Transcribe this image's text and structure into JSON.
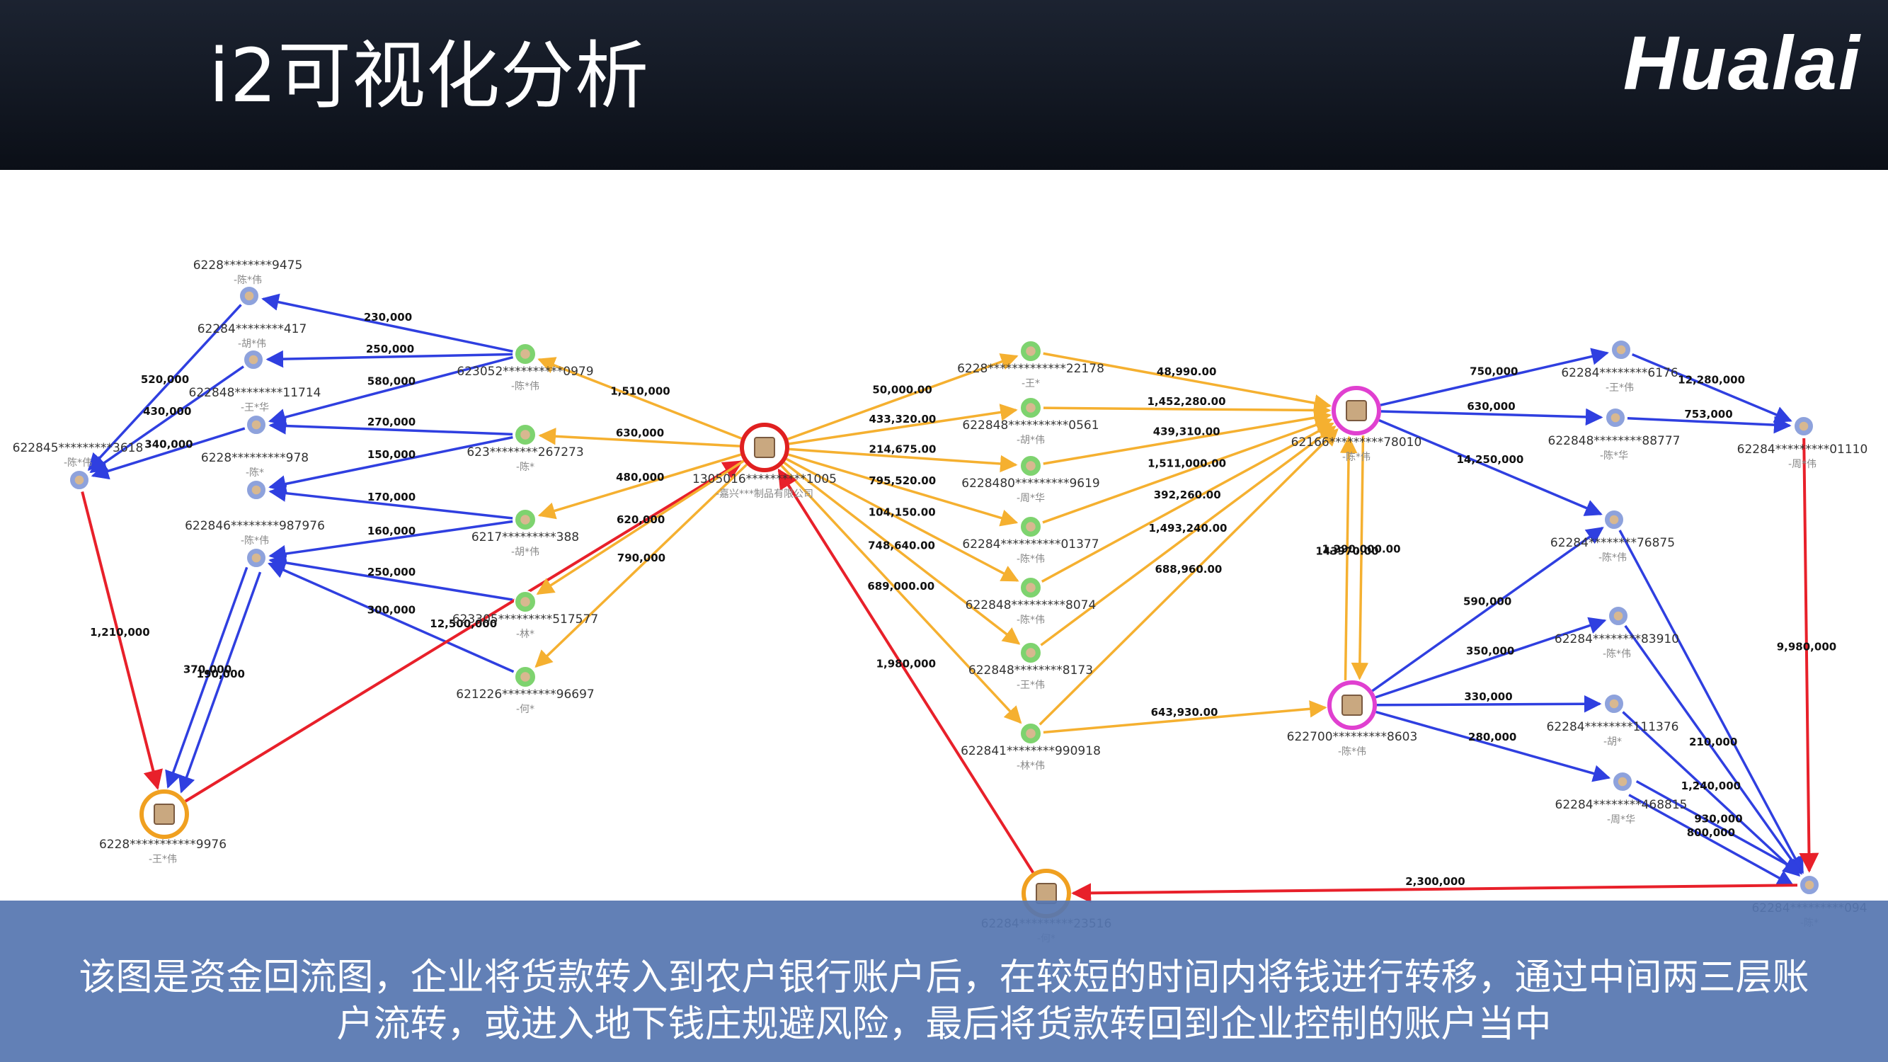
{
  "header": {
    "title": "i2可视化分析",
    "brand": "Hualai"
  },
  "caption": {
    "line1": "该图是资金回流图，企业将货款转入到农户银行账户后，在较短的时间内将钱进行转移，通过中间两三层账",
    "line2": "户流转，或进入地下钱庄规避风险，最后将货款转回到企业控制的账户当中"
  },
  "colors": {
    "blue": "#2f3fe0",
    "red": "#e8202a",
    "orange": "#f5b030",
    "node_blue": "#8ea2dc",
    "node_green": "#7ed36f",
    "node_red": "#e02020",
    "node_magenta": "#e040d0",
    "node_orange": "#f0a020"
  },
  "nodes": [
    {
      "id": "n9475",
      "label": "6228********9475",
      "sub": "-陈*伟",
      "kind": "blue"
    },
    {
      "id": "n417",
      "label": "62284********417",
      "sub": "-胡*伟",
      "kind": "blue"
    },
    {
      "id": "n11714",
      "label": "622848********11714",
      "sub": "-王*华",
      "kind": "blue"
    },
    {
      "id": "n978",
      "label": "6228*********978",
      "sub": "-陈*",
      "kind": "blue"
    },
    {
      "id": "n987976",
      "label": "622846********987976",
      "sub": "-陈*伟",
      "kind": "blue"
    },
    {
      "id": "n3618",
      "label": "622845*********3618",
      "sub": "-陈*伟",
      "kind": "blue"
    },
    {
      "id": "g0979",
      "label": "623052**********0979",
      "sub": "-陈*伟",
      "kind": "green"
    },
    {
      "id": "g267273",
      "label": "623********267273",
      "sub": "-陈*",
      "kind": "green"
    },
    {
      "id": "g388",
      "label": "6217*********388",
      "sub": "-胡*伟",
      "kind": "green"
    },
    {
      "id": "g517577",
      "label": "623305*********517577",
      "sub": "-林*",
      "kind": "green"
    },
    {
      "id": "g96697",
      "label": "621226*********96697",
      "sub": "-何*",
      "kind": "green"
    },
    {
      "id": "o9976",
      "label": "6228***********9976",
      "sub": "-王*伟",
      "kind": "orange"
    },
    {
      "id": "center",
      "label": "1305016**********1005",
      "sub": "-嘉兴***制品有限公司",
      "kind": "red"
    },
    {
      "id": "g22178",
      "label": "6228*************22178",
      "sub": "-王*",
      "kind": "green"
    },
    {
      "id": "g0561",
      "label": "622848**********0561",
      "sub": "-胡*伟",
      "kind": "green"
    },
    {
      "id": "g9619",
      "label": "6228480*********9619",
      "sub": "-周*华",
      "kind": "green"
    },
    {
      "id": "g01377",
      "label": "62284**********01377",
      "sub": "-陈*伟",
      "kind": "green"
    },
    {
      "id": "g8074",
      "label": "622848*********8074",
      "sub": "-陈*伟",
      "kind": "green"
    },
    {
      "id": "g8173",
      "label": "622848********8173",
      "sub": "-王*伟",
      "kind": "green"
    },
    {
      "id": "g990918",
      "label": "622841********990918",
      "sub": "-林*伟",
      "kind": "green"
    },
    {
      "id": "o23516",
      "label": "62284*********23516",
      "sub": "-何*",
      "kind": "orange"
    },
    {
      "id": "m78010",
      "label": "62166*********78010",
      "sub": "-陈*伟",
      "kind": "magenta"
    },
    {
      "id": "m8603",
      "label": "622700*********8603",
      "sub": "-陈*伟",
      "kind": "magenta"
    },
    {
      "id": "n6176",
      "label": "62284********6176",
      "sub": "-王*伟",
      "kind": "blue"
    },
    {
      "id": "n88777",
      "label": "622848********88777",
      "sub": "-陈*华",
      "kind": "blue"
    },
    {
      "id": "n01110",
      "label": "62284*********01110",
      "sub": "-周*伟",
      "kind": "blue"
    },
    {
      "id": "n76875",
      "label": "62284********76875",
      "sub": "-陈*伟",
      "kind": "blue"
    },
    {
      "id": "n83910",
      "label": "62284********83910",
      "sub": "-陈*伟",
      "kind": "blue"
    },
    {
      "id": "n111376",
      "label": "62284********111376",
      "sub": "-胡*",
      "kind": "blue"
    },
    {
      "id": "n468815",
      "label": "62284********468815",
      "sub": "-周*华",
      "kind": "blue"
    },
    {
      "id": "n094",
      "label": "62284*********094",
      "sub": "-陈*",
      "kind": "blue"
    }
  ],
  "edges": [
    {
      "from": "g0979",
      "to": "n9475",
      "label": "230,000",
      "color": "blue"
    },
    {
      "from": "g0979",
      "to": "n417",
      "label": "250,000",
      "color": "blue"
    },
    {
      "from": "g0979",
      "to": "n11714",
      "label": "580,000",
      "color": "blue"
    },
    {
      "from": "g267273",
      "to": "n11714",
      "label": "270,000",
      "color": "blue"
    },
    {
      "from": "g267273",
      "to": "n978",
      "label": "150,000",
      "color": "blue"
    },
    {
      "from": "g388",
      "to": "n978",
      "label": "170,000",
      "color": "blue"
    },
    {
      "from": "g388",
      "to": "n987976",
      "label": "160,000",
      "color": "blue"
    },
    {
      "from": "g517577",
      "to": "n987976",
      "label": "250,000",
      "color": "blue"
    },
    {
      "from": "g96697",
      "to": "n987976",
      "label": "300,000",
      "color": "blue"
    },
    {
      "from": "n9475",
      "to": "n3618",
      "label": "520,000",
      "color": "blue"
    },
    {
      "from": "n417",
      "to": "n3618",
      "label": "430,000",
      "color": "blue"
    },
    {
      "from": "n11714",
      "to": "n3618",
      "label": "340,000",
      "color": "blue"
    },
    {
      "from": "n3618",
      "to": "o9976",
      "label": "1,210,000",
      "color": "red"
    },
    {
      "from": "n987976",
      "to": "o9976",
      "label": "190,000",
      "color": "blue"
    },
    {
      "from": "n987976",
      "to": "o9976",
      "label": "370,000",
      "color": "blue"
    },
    {
      "from": "o9976",
      "to": "center",
      "label": "12,500,000",
      "color": "red"
    },
    {
      "from": "center",
      "to": "g0979",
      "label": "1,510,000",
      "color": "orange"
    },
    {
      "from": "center",
      "to": "g267273",
      "label": "630,000",
      "color": "orange"
    },
    {
      "from": "center",
      "to": "g388",
      "label": "480,000",
      "color": "orange"
    },
    {
      "from": "center",
      "to": "g517577",
      "label": "620,000",
      "color": "orange"
    },
    {
      "from": "center",
      "to": "g96697",
      "label": "790,000",
      "color": "orange"
    },
    {
      "from": "center",
      "to": "g22178",
      "label": "50,000.00",
      "color": "orange"
    },
    {
      "from": "center",
      "to": "g0561",
      "label": "433,320.00",
      "color": "orange"
    },
    {
      "from": "center",
      "to": "g9619",
      "label": "214,675.00",
      "color": "orange"
    },
    {
      "from": "center",
      "to": "g01377",
      "label": "795,520.00",
      "color": "orange"
    },
    {
      "from": "center",
      "to": "g8074",
      "label": "104,150.00",
      "color": "orange"
    },
    {
      "from": "center",
      "to": "g8173",
      "label": "748,640.00",
      "color": "orange"
    },
    {
      "from": "center",
      "to": "g990918",
      "label": "689,000.00",
      "color": "orange"
    },
    {
      "from": "o23516",
      "to": "center",
      "label": "1,980,000",
      "color": "red"
    },
    {
      "from": "g22178",
      "to": "m78010",
      "label": "48,990.00",
      "color": "orange"
    },
    {
      "from": "g0561",
      "to": "m78010",
      "label": "1,452,280.00",
      "color": "orange"
    },
    {
      "from": "g9619",
      "to": "m78010",
      "label": "439,310.00",
      "color": "orange"
    },
    {
      "from": "g01377",
      "to": "m78010",
      "label": "1,511,000.00",
      "color": "orange"
    },
    {
      "from": "g8074",
      "to": "m78010",
      "label": "392,260.00",
      "color": "orange"
    },
    {
      "from": "g8173",
      "to": "m78010",
      "label": "1,493,240.00",
      "color": "orange"
    },
    {
      "from": "g990918",
      "to": "m78010",
      "label": "688,960.00",
      "color": "orange"
    },
    {
      "from": "g990918",
      "to": "m8603",
      "label": "643,930.00",
      "color": "orange"
    },
    {
      "from": "m78010",
      "to": "m8603",
      "label": "1,290,000.00",
      "color": "orange"
    },
    {
      "from": "m8603",
      "to": "m78010",
      "label": "143970.00",
      "color": "orange"
    },
    {
      "from": "m78010",
      "to": "n6176",
      "label": "750,000",
      "color": "blue"
    },
    {
      "from": "m78010",
      "to": "n88777",
      "label": "630,000",
      "color": "blue"
    },
    {
      "from": "m78010",
      "to": "n76875",
      "label": "14,250,000",
      "color": "blue"
    },
    {
      "from": "n6176",
      "to": "n01110",
      "label": "12,280,000",
      "color": "blue"
    },
    {
      "from": "n88777",
      "to": "n01110",
      "label": "753,000",
      "color": "blue"
    },
    {
      "from": "m8603",
      "to": "n76875",
      "label": "590,000",
      "color": "blue"
    },
    {
      "from": "m8603",
      "to": "n83910",
      "label": "350,000",
      "color": "blue"
    },
    {
      "from": "m8603",
      "to": "n111376",
      "label": "330,000",
      "color": "blue"
    },
    {
      "from": "m8603",
      "to": "n468815",
      "label": "280,000",
      "color": "blue"
    },
    {
      "from": "n76875",
      "to": "n094",
      "label": "",
      "color": "blue"
    },
    {
      "from": "n83910",
      "to": "n094",
      "label": "210,000",
      "color": "blue"
    },
    {
      "from": "n111376",
      "to": "n094",
      "label": "1,240,000",
      "color": "blue"
    },
    {
      "from": "n468815",
      "to": "n094",
      "label": "930,000",
      "color": "blue"
    },
    {
      "from": "n468815",
      "to": "n094",
      "label": "800,000",
      "color": "blue"
    },
    {
      "from": "n01110",
      "to": "n094",
      "label": "9,980,000",
      "color": "red"
    },
    {
      "from": "n094",
      "to": "o23516",
      "label": "2,300,000",
      "color": "red"
    }
  ]
}
